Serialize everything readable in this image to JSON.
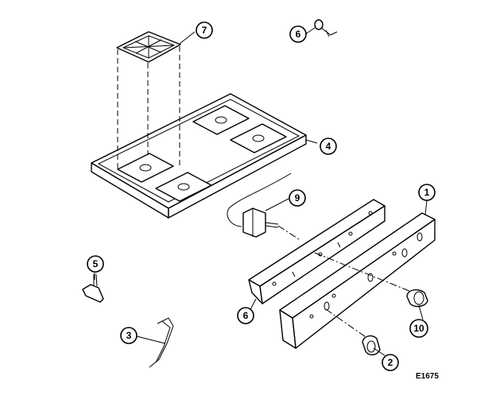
{
  "diagram": {
    "reference_code": "E1675",
    "callouts": [
      "1",
      "2",
      "3",
      "4",
      "5",
      "6",
      "7",
      "9",
      "10",
      "6"
    ]
  }
}
